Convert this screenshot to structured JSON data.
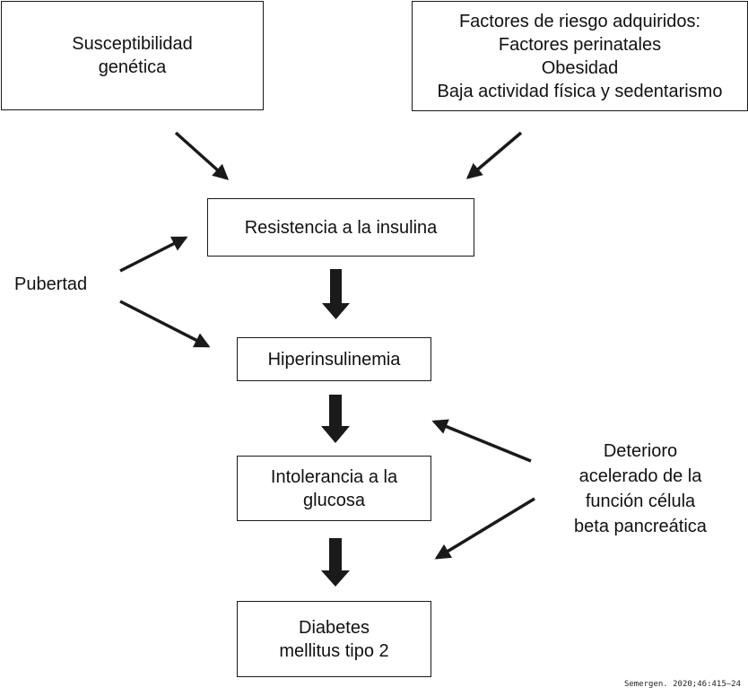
{
  "diagram": {
    "genetic": {
      "lines": [
        "Susceptibilidad",
        "genética"
      ]
    },
    "acquired": {
      "lines": [
        "Factores de riesgo adquiridos:",
        "Factores perinatales",
        "Obesidad",
        "Baja actividad física y sedentarismo"
      ]
    },
    "insulin_resistance": {
      "label": "Resistencia a la insulina"
    },
    "hyperinsulinemia": {
      "label": "Hiperinsulinemia"
    },
    "glucose_intolerance": {
      "lines": [
        "Intolerancia a la",
        "glucosa"
      ]
    },
    "diabetes": {
      "lines": [
        "Diabetes",
        "mellitus tipo 2"
      ]
    },
    "puberty": {
      "label": "Pubertad"
    },
    "beta_cell": {
      "lines": [
        "Deterioro",
        "acelerado de la",
        "función célula",
        "beta pancreática"
      ]
    },
    "colors": {
      "stroke": "#1a1a1a",
      "text": "#111111",
      "background": "#ffffff"
    }
  },
  "footer": {
    "citation": "Semergen. 2020;46:415–24"
  }
}
